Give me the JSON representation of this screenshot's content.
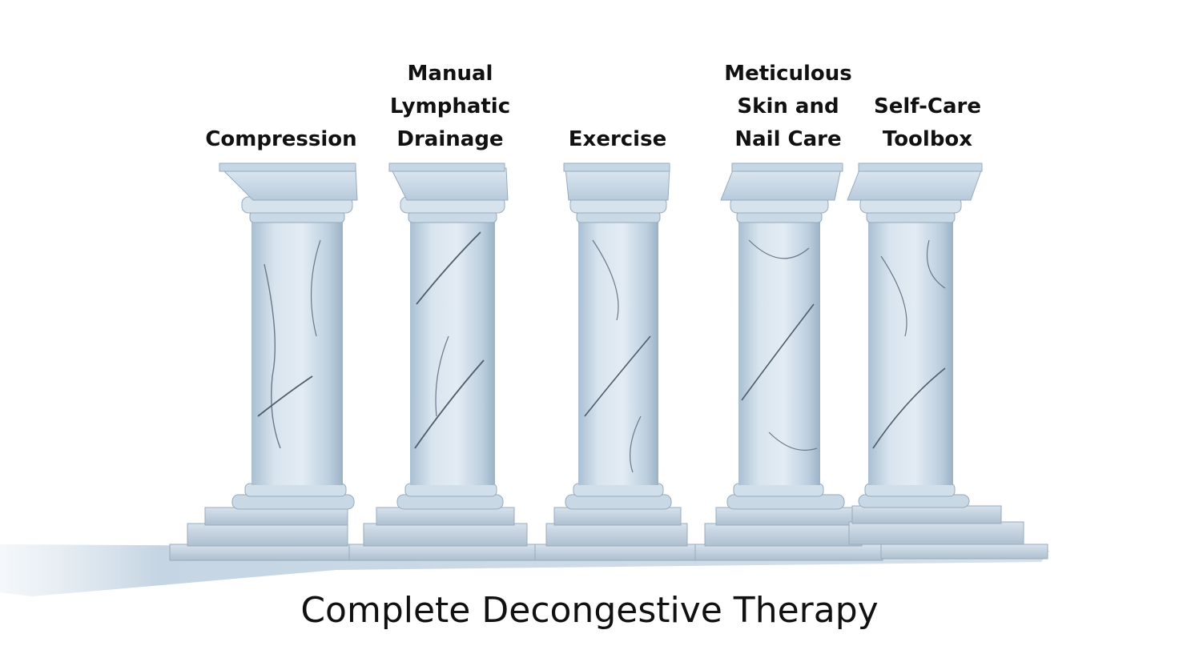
{
  "title": "Complete Decongestive Therapy",
  "pillars": [
    {
      "label": "Compression"
    },
    {
      "label": "Manual\nLymphatic\nDrainage"
    },
    {
      "label": "Exercise"
    },
    {
      "label": "Meticulous\nSkin and\nNail Care"
    },
    {
      "label": "Self-Care\nToolbox"
    }
  ],
  "colors": {
    "marble_light": "#dfe9f2",
    "marble_mid": "#b6cbdd",
    "marble_dark": "#7f98ae",
    "vein": "#5d6a78",
    "shadow": "#c3d3e1",
    "text": "#111111"
  }
}
